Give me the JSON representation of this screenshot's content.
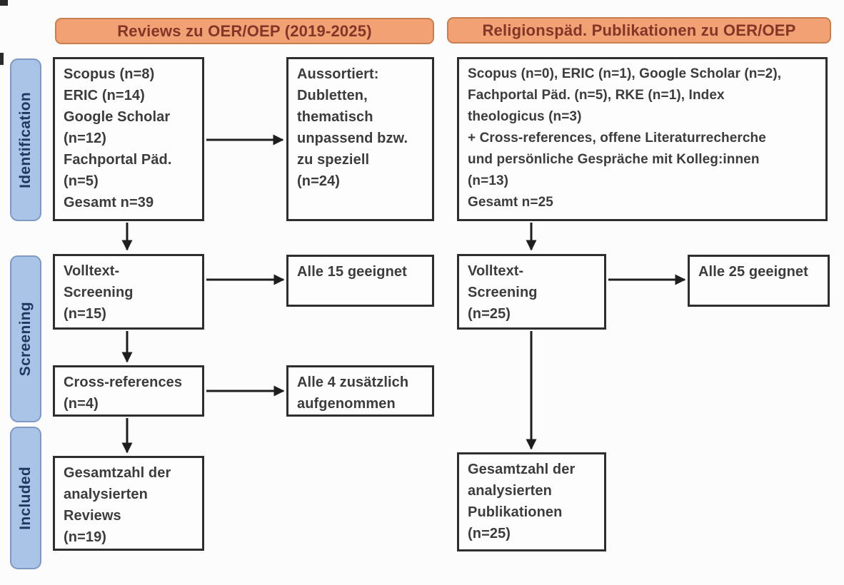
{
  "diagram": {
    "left_column_header": "Reviews zu OER/OEP (2019-2025)",
    "right_column_header": "Religionspäd. Publikationen zu OER/OEP",
    "stages": {
      "identification": "Identification",
      "screening": "Screening",
      "included": "Included"
    },
    "boxes": {
      "left_sources": "Scopus (n=8)\nERIC (n=14)\nGoogle Scholar\n(n=12)\nFachportal Päd.\n(n=5)\nGesamt n=39",
      "left_excluded": "Aussortiert:\nDubletten,\nthematisch\nunpassend bzw.\nzu speziell\n(n=24)",
      "left_fulltext": "Volltext-\nScreening\n(n=15)",
      "left_fulltext_result": "Alle 15 geeignet",
      "left_crossref": "Cross-references\n(n=4)",
      "left_crossref_result": "Alle 4 zusätzlich\naufgenommen",
      "left_included": "Gesamtzahl der\nanalysierten\nReviews\n(n=19)",
      "right_sources": "Scopus (n=0), ERIC (n=1), Google Scholar (n=2),\nFachportal Päd. (n=5), RKE (n=1), Index\ntheologicus (n=3)\n+ Cross-references, offene Literaturrecherche\nund persönliche Gespräche mit Kolleg:innen\n(n=13)\nGesamt n=25",
      "right_fulltext": "Volltext-\nScreening\n(n=25)",
      "right_fulltext_result": "Alle 25 geeignet",
      "right_included": "Gesamtzahl der\nanalysierten\nPublikationen\n(n=25)"
    },
    "colors": {
      "header_fill": "#F1A173",
      "header_border": "#C87E4E",
      "header_text": "#833528",
      "stage_fill": "#A9C4E7",
      "stage_border": "#7D99C4",
      "stage_text": "#1E3862",
      "box_fill": "#FDFDFD",
      "box_border": "#2E2E2E",
      "box_text": "#3C3C3C",
      "arrow": "#1E1E1E"
    }
  }
}
